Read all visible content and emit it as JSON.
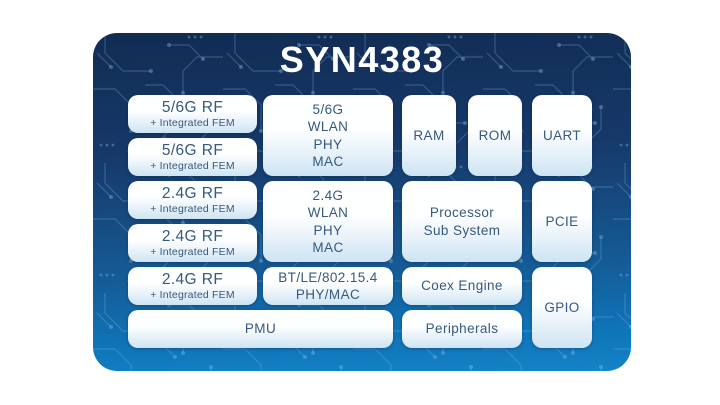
{
  "title": "SYN4383",
  "colors": {
    "panel_top": "#122c53",
    "panel_bottom": "#1583c7",
    "block_text": "#35597f",
    "title_text": "#ffffff",
    "trace": "#7fb6e3"
  },
  "blocks": {
    "rf1": {
      "label": "5/6G RF",
      "sub": "+ Integrated FEM"
    },
    "rf2": {
      "label": "5/6G RF",
      "sub": "+ Integrated FEM"
    },
    "rf3": {
      "label": "2.4G RF",
      "sub": "+ Integrated FEM"
    },
    "rf4": {
      "label": "2.4G RF",
      "sub": "+ Integrated FEM"
    },
    "rf5": {
      "label": "2.4G RF",
      "sub": "+ Integrated FEM"
    },
    "wlan56": {
      "label": "5/6G\nWLAN\nPHY\nMAC"
    },
    "wlan24": {
      "label": "2.4G\nWLAN\nPHY\nMAC"
    },
    "bt": {
      "label": "BT/LE/802.15.4\nPHY/MAC"
    },
    "pmu": {
      "label": "PMU"
    },
    "ram": {
      "label": "RAM"
    },
    "rom": {
      "label": "ROM"
    },
    "uart": {
      "label": "UART"
    },
    "proc": {
      "label": "Processor\nSub System"
    },
    "pcie": {
      "label": "PCIE"
    },
    "coex": {
      "label": "Coex Engine"
    },
    "periph": {
      "label": "Peripherals"
    },
    "gpio": {
      "label": "GPIO"
    }
  }
}
